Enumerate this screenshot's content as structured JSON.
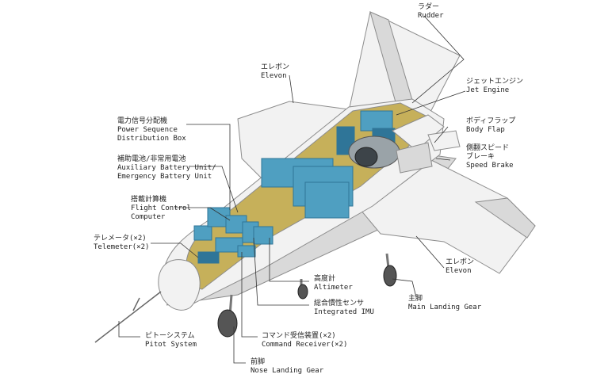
{
  "labels": {
    "rudder": {
      "ja": "ラダー",
      "en": "Rudder"
    },
    "elevon_top": {
      "ja": "エレボン",
      "en": "Elevon"
    },
    "jet_engine": {
      "ja": "ジェットエンジン",
      "en": "Jet Engine"
    },
    "body_flap": {
      "ja": "ボディフラップ",
      "en": "Body Flap"
    },
    "speed_brake": {
      "ja1": "側翻スピード",
      "ja2": "ブレーキ",
      "en": "Speed Brake"
    },
    "power_sequence": {
      "ja": "電力信号分配機",
      "en1": "Power Sequence",
      "en2": "Distribution Box"
    },
    "battery": {
      "ja": "補助電池/非常用電池",
      "en1": "Auxiliary Battery Unit/",
      "en2": "Emergency Battery Unit"
    },
    "flight_computer": {
      "ja": "搭載計算機",
      "en1": "Flight Control",
      "en2": "Computer"
    },
    "telemeter": {
      "ja": "テレメータ(×2)",
      "en": "Telemeter(×2)"
    },
    "altimeter": {
      "ja": "高度計",
      "en": "Altimeter"
    },
    "imu": {
      "ja": "総合慣性センサ",
      "en": "Integrated IMU"
    },
    "command_receiver": {
      "ja": "コマンド受信装置(×2)",
      "en": "Command Receiver(×2)"
    },
    "nose_gear": {
      "ja": "前脚",
      "en": "Nose Landing Gear"
    },
    "pitot": {
      "ja": "ピトーシステム",
      "en": "Pitot System"
    },
    "main_gear": {
      "ja": "主脚",
      "en": "Main Landing Gear"
    },
    "elevon_right": {
      "ja": "エレボン",
      "en": "Elevon"
    }
  },
  "colors": {
    "hull": "#f2f2f2",
    "hull_shade": "#d9d9d9",
    "edge": "#8c8c8c",
    "interior": "#c6b05a",
    "equipment": "#4f9fc1",
    "equipment_dark": "#2f7598",
    "leader": "#333333"
  }
}
